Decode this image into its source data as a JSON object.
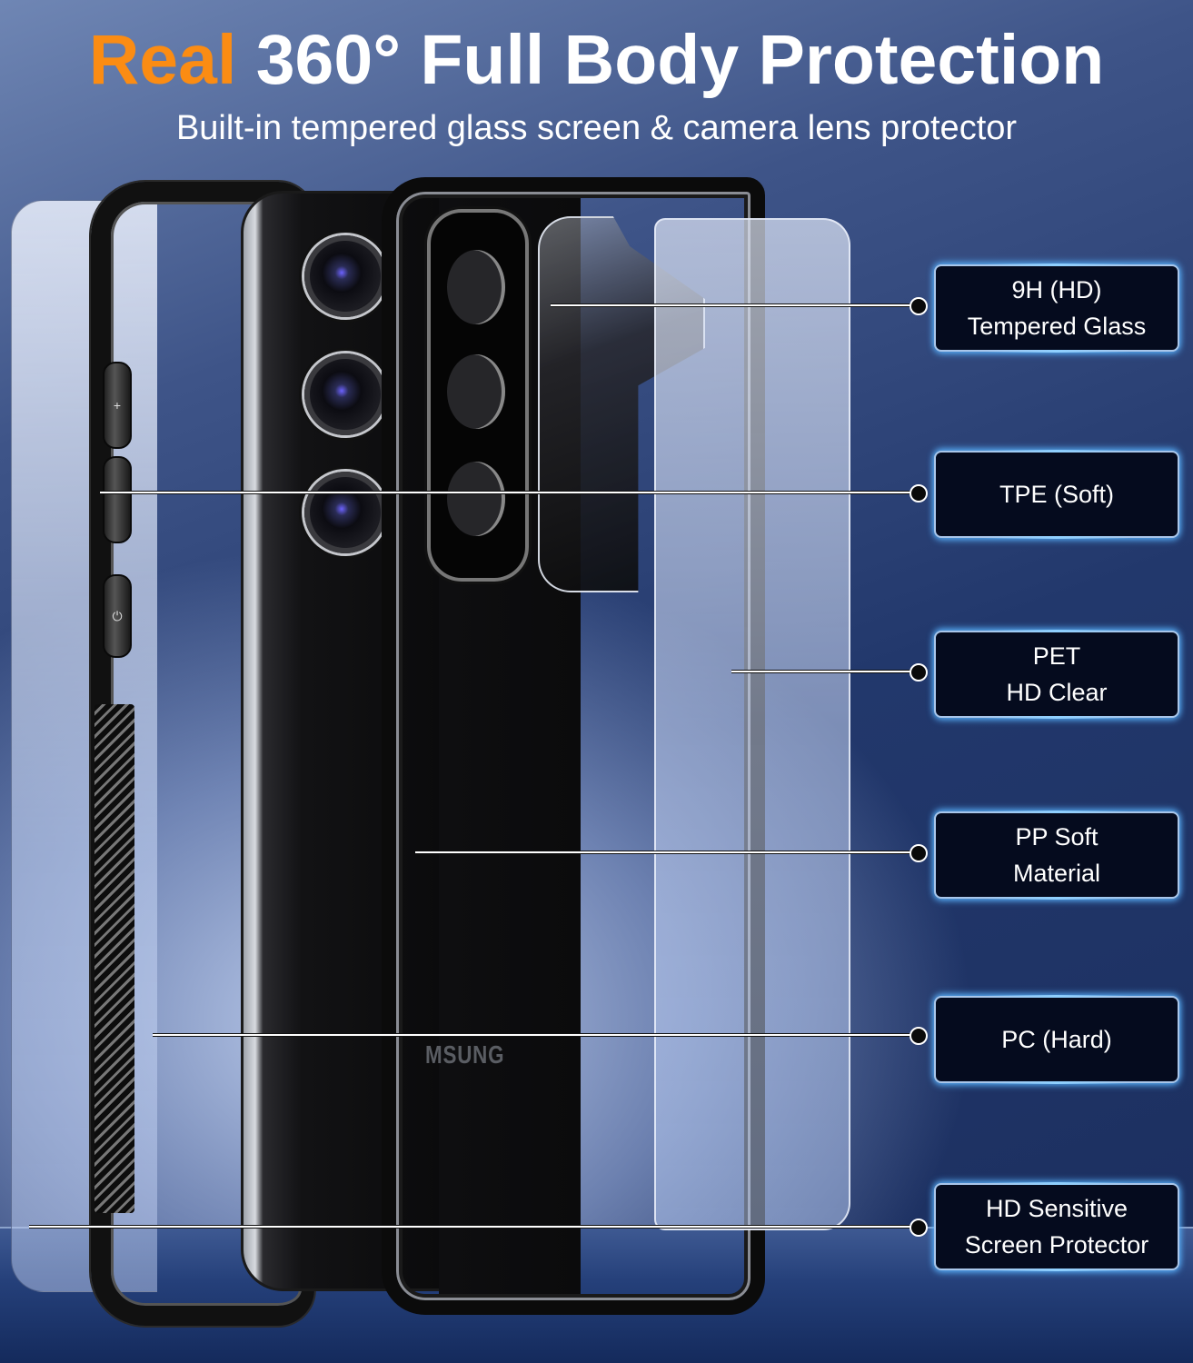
{
  "header": {
    "title_accent": "Real",
    "title_rest": " 360° Full Body Protection",
    "subtitle": "Built-in tempered glass screen & camera lens protector"
  },
  "colors": {
    "accent": "#fb8c13",
    "background_dark": "#1b2e5e",
    "callout_bg": "#050b1e",
    "callout_glow": "#8fd0ff"
  },
  "product": {
    "brand_mark": "MSUNG",
    "side_buttons": [
      {
        "icon": "plus-icon",
        "glyph": "+"
      },
      {
        "icon": "volume-down-blank",
        "glyph": ""
      },
      {
        "icon": "power-icon",
        "glyph": "⏻"
      }
    ]
  },
  "callouts": [
    {
      "line1": "9H (HD)",
      "line2": "Tempered Glass"
    },
    {
      "line1": "TPE (Soft)",
      "line2": ""
    },
    {
      "line1": "PET",
      "line2": "HD Clear"
    },
    {
      "line1": "PP Soft",
      "line2": "Material"
    },
    {
      "line1": "PC (Hard)",
      "line2": ""
    },
    {
      "line1": "HD Sensitive",
      "line2": "Screen Protector"
    }
  ]
}
